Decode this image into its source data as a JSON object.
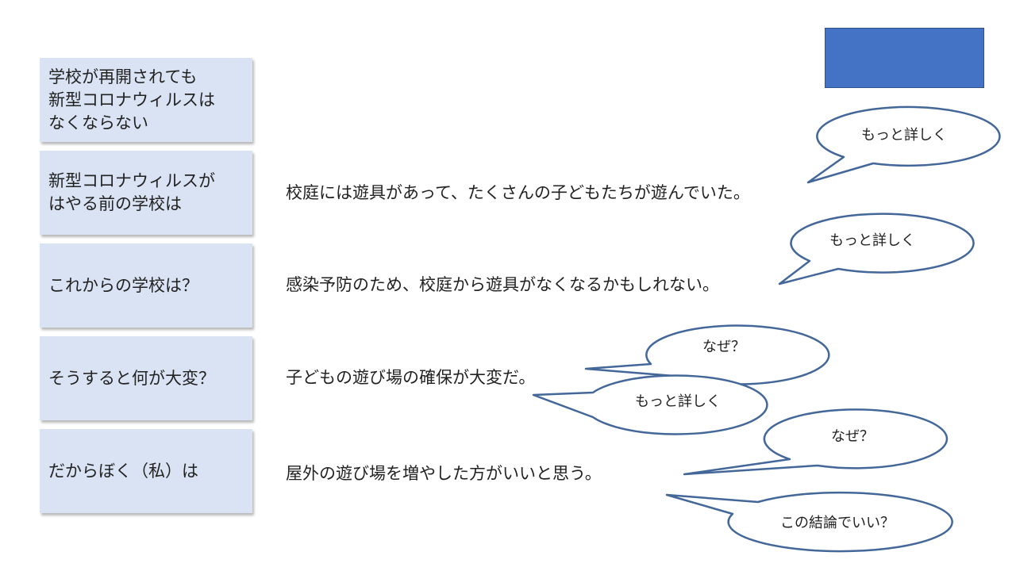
{
  "prompt_boxes": [
    "学校が再開されても\n新型コロナウィルスは\nなくならない",
    "新型コロナウィルスが\nはやる前の学校は",
    "これからの学校は？",
    "そうすると何が大変？",
    "だからぼく（私）は"
  ],
  "sentences": [
    "校庭には遊具があって、たくさんの子どもたちが遊んでいた。",
    "感染予防のため、校庭から遊具がなくなるかもしれない。",
    "子どもの遊び場の確保が大変だ。",
    "屋外の遊び場を増やした方がいいと思う。"
  ],
  "callouts": [
    "もっと詳しく",
    "もっと詳しく",
    "なぜ？",
    "もっと詳しく",
    "なぜ？",
    "この結論でいい？"
  ],
  "colors": {
    "box_fill": "#dae3f3",
    "accent_rect": "#4472c4",
    "callout_stroke": "#44679a"
  }
}
